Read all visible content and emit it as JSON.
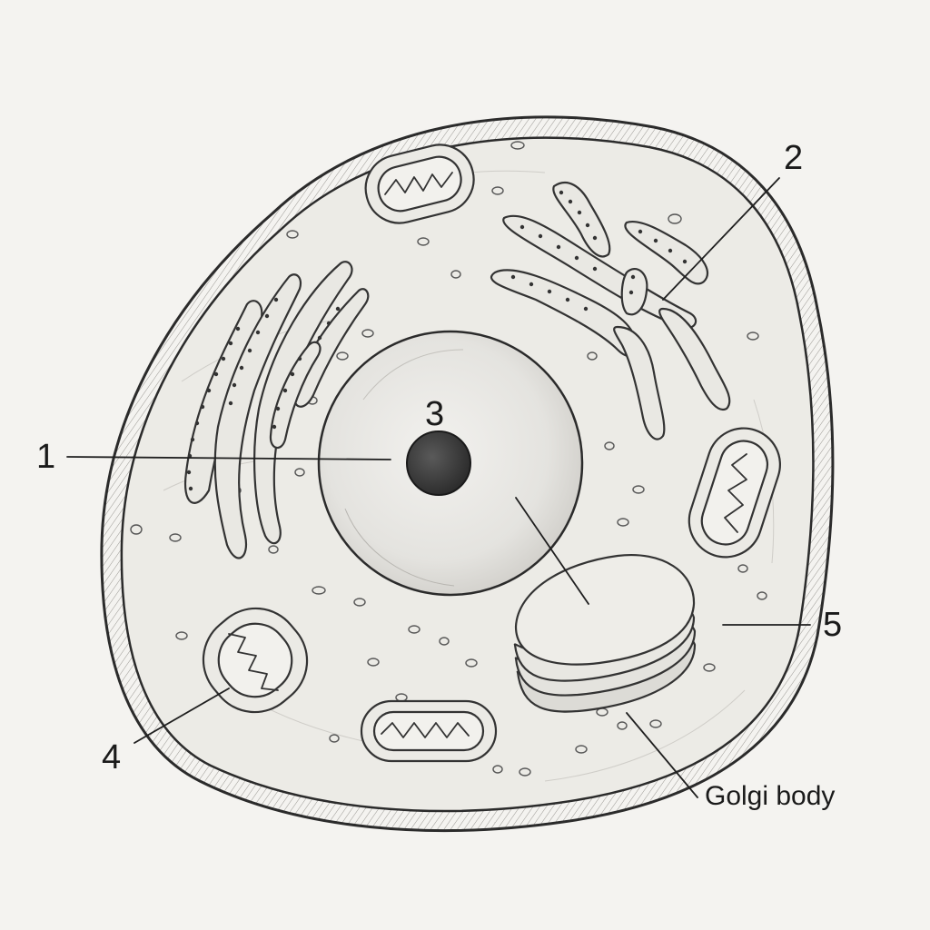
{
  "diagram": {
    "subject": "animal cell",
    "style": "pencil sketch",
    "labels": {
      "l1": "1",
      "l2": "2",
      "l3": "3",
      "l4": "4",
      "l5": "5",
      "golgi": "Golgi body"
    },
    "colors": {
      "background": "#f4f3f0",
      "cytoplasm": "#ecebe6",
      "membrane_band": "#e2e1dc",
      "nucleus": "#e6e5e1",
      "nucleolus": "#3c3c3c",
      "ink": "#333333"
    }
  }
}
